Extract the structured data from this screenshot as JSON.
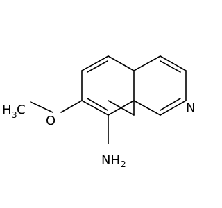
{
  "molecule": {
    "labels": {
      "methyl_main": "H",
      "methyl_sub": "3",
      "methyl_tail": "C",
      "oxygen": "O",
      "nitrogen": "N",
      "amine_main": "NH",
      "amine_sub": "2"
    },
    "colors": {
      "bond": "#000000",
      "text": "#000000",
      "background": "#ffffff"
    }
  }
}
